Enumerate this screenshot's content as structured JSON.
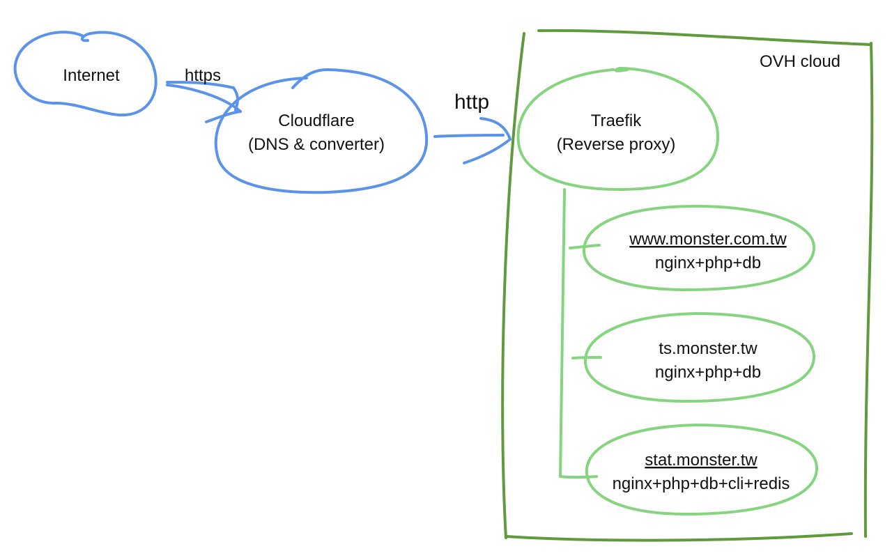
{
  "colors": {
    "blue": "#5b93e8",
    "light_green": "#86d47f",
    "dark_green": "#5f9a3c",
    "text": "#111111"
  },
  "nodes": {
    "internet": {
      "label": "Internet"
    },
    "cloudflare": {
      "line1": "Cloudflare",
      "line2": "(DNS & converter)"
    },
    "traefik": {
      "line1": "Traefik",
      "line2": "(Reverse proxy)"
    },
    "service_www": {
      "host": "www.monster.com.tw",
      "stack": "nginx+php+db"
    },
    "service_ts": {
      "host": "ts.monster.tw",
      "stack": "nginx+php+db"
    },
    "service_stat": {
      "host": "stat.monster.tw",
      "stack": "nginx+php+db+cli+redis"
    }
  },
  "edges": {
    "internet_to_cloudflare": {
      "label": "https"
    },
    "cloudflare_to_traefik": {
      "label": "http"
    }
  },
  "regions": {
    "ovh": {
      "label": "OVH cloud"
    }
  }
}
